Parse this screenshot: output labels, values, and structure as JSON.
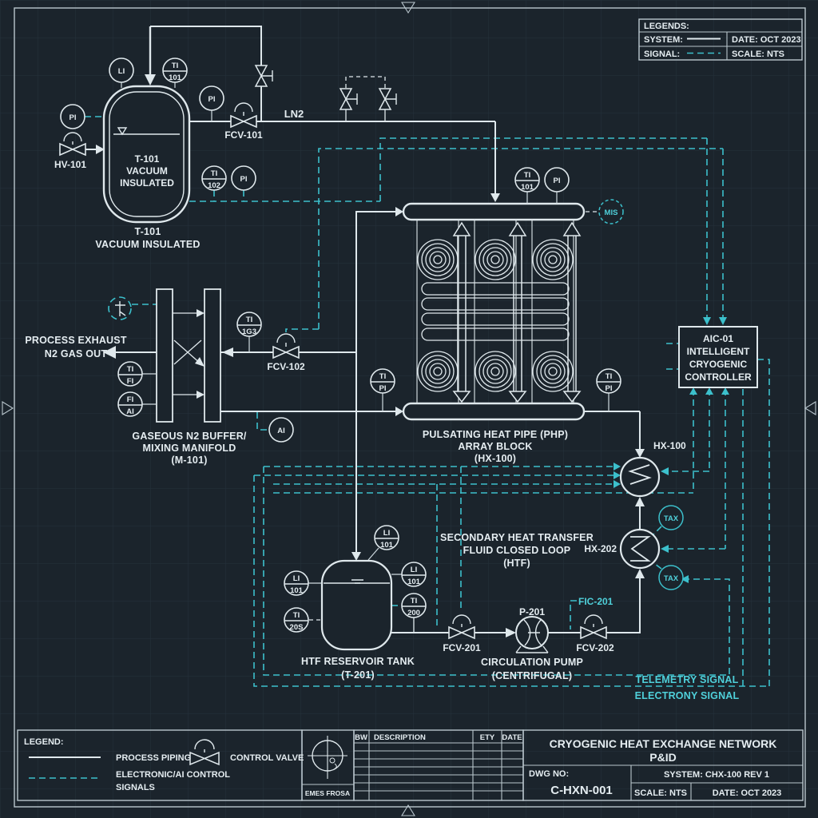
{
  "colors": {
    "background": "#1b242c",
    "line": "#dfe8ec",
    "signal": "#3cc0cc",
    "cyan_text": "#4fd0da"
  },
  "legends_box": {
    "title": "LEGENDS:",
    "system_label": "SYSTEM:",
    "signal_label": "SIGNAL:",
    "date": "DATE:  OCT 2023",
    "scale": "SCALE: NTS"
  },
  "t101": {
    "hv_label": "HV-101",
    "fcv_label": "FCV-101",
    "ln2": "LN2",
    "inner_line1": "T-101",
    "inner_line2": "VACUUM",
    "inner_line3": "INSULATED",
    "caption_line1": "T-101",
    "caption_line2": "VACUUM INSULATED"
  },
  "m101": {
    "exhaust_line1": "PROCESS EXHAUST",
    "exhaust_line2": "N2 GAS OUT",
    "fcv_label": "FCV-102",
    "caption_line1": "GASEOUS N2 BUFFER/",
    "caption_line2": "MIXING MANIFOLD",
    "caption_line3": "(M-101)"
  },
  "php": {
    "caption_line1": "PULSATING HEAT PIPE (PHP)",
    "caption_line2": "ARRAY BLOCK",
    "caption_line3": "(HX-100)"
  },
  "aic": {
    "line1": "AIC-01",
    "line2": "INTELLIGENT",
    "line3": "CRYOGENIC",
    "line4": "CONTROLLER"
  },
  "hx": {
    "hx100_label": "HX-100",
    "hx202_label": "HX-202"
  },
  "htf": {
    "line1": "SECONDARY HEAT TRANSFER",
    "line2": "FLUID CLOSED LOOP",
    "line3": "(HTF)"
  },
  "t201": {
    "caption_line1": "HTF RESERVOIR TANK",
    "caption_line2": "(T-201)"
  },
  "pump": {
    "tag": "P-201",
    "caption_line1": "CIRCULATION PUMP",
    "caption_line2": "(CENTRIFUGAL)",
    "fcv201": "FCV-201",
    "fcv202": "FCV-202",
    "fic201": "FIC-201"
  },
  "signals": {
    "telemetry": "TELEMETRY SIGNAL",
    "electrony": "ELECTRONY SIGNAL"
  },
  "bubbles": {
    "t101_li": {
      "t": "LI"
    },
    "t101_ti101": {
      "t": "TI",
      "b": "101"
    },
    "t101_pi_w": {
      "t": "PI"
    },
    "t101_pi_n": {
      "t": "PI"
    },
    "t101_ti102": {
      "t": "TI",
      "b": "102"
    },
    "t101_pi_s": {
      "t": "PI"
    },
    "m101_ti103": {
      "t": "TI",
      "b": "1G3"
    },
    "m101_tifi": {
      "t": "TI",
      "b": "FI"
    },
    "m101_fiai": {
      "t": "FI",
      "b": "AI"
    },
    "m101_ai": {
      "t": "AI"
    },
    "php_ti101": {
      "t": "TI",
      "b": "101"
    },
    "php_pi": {
      "t": "PI"
    },
    "php_tipi_w": {
      "t": "TI",
      "b": "PI"
    },
    "php_tipi_e": {
      "t": "TI",
      "b": "PI"
    },
    "mis": {
      "t": "MIS"
    },
    "t201_li_n": {
      "t": "LI",
      "b": "101"
    },
    "t201_li_w": {
      "t": "LI",
      "b": "101"
    },
    "t201_ti_w": {
      "t": "TI",
      "b": "20S"
    },
    "t201_li_e": {
      "t": "LI",
      "b": "101"
    },
    "t201_ti_e": {
      "t": "TI",
      "b": "200"
    },
    "tax_n": {
      "t": "TAX"
    },
    "tax_s": {
      "t": "TAX"
    }
  },
  "titleblock": {
    "legend_title": "LEGEND:",
    "process_piping": "PROCESS PIPING",
    "electronic_line1": "ELECTRONIC/AI CONTROL",
    "electronic_line2": "SIGNALS",
    "control_valve": "CONTROL VALVE",
    "stamp": "EMES FROSA",
    "rev_bw": "BW",
    "rev_description": "DESCRIPTION",
    "rev_ety": "ETY",
    "rev_date": "DATE",
    "title_line1": "CRYOGENIC HEAT EXCHANGE NETWORK",
    "title_line2": "P&ID",
    "dwg_label": "DWG NO:",
    "dwg_no": "C-HXN-001",
    "system": "SYSTEM: CHX-100 REV 1",
    "scale": "SCALE: NTS",
    "date": "DATE: OCT 2023"
  }
}
